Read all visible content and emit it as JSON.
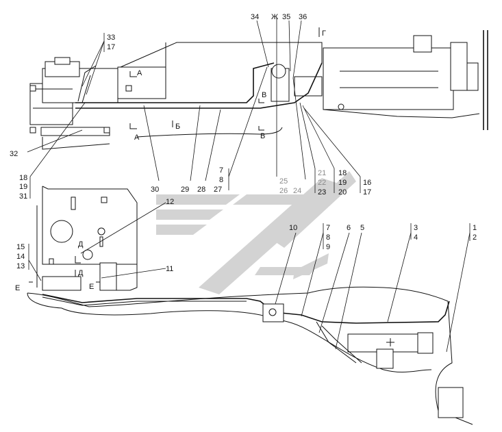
{
  "callouts": {
    "top": {
      "c33": "33",
      "c17a": "17",
      "c32": "32",
      "c18a": "18",
      "c19a": "19",
      "c31": "31",
      "c30": "30",
      "c29": "29",
      "c28": "28",
      "c7a": "7",
      "c8a": "8",
      "c27": "27",
      "c34": "34",
      "cZh": "Ж",
      "c35": "35",
      "c36": "36",
      "c25": "25",
      "c26": "26",
      "c24": "24",
      "c21": "21",
      "c22": "22",
      "c23": "23",
      "c18b": "18",
      "c19b": "19",
      "c20": "20",
      "c16": "16",
      "c17b": "17"
    },
    "bottom": {
      "c12": "12",
      "c11": "11",
      "c10": "10",
      "c7b": "7",
      "c8b": "8",
      "c9": "9",
      "c6": "6",
      "c5": "5",
      "c3": "3",
      "c4": "4",
      "c1": "1",
      "c2": "2",
      "c15": "15",
      "c14": "14",
      "c13": "13"
    }
  },
  "section_marks": {
    "A1": "А",
    "A2": "А",
    "B1": "Б",
    "V1": "В",
    "V2": "В",
    "G1": "Г",
    "D1": "Д",
    "D2": "Д",
    "E1": "Е",
    "E2": "Е"
  },
  "watermark_color": "#d3d3d3",
  "gray_callout_color": "#8a8a8a"
}
